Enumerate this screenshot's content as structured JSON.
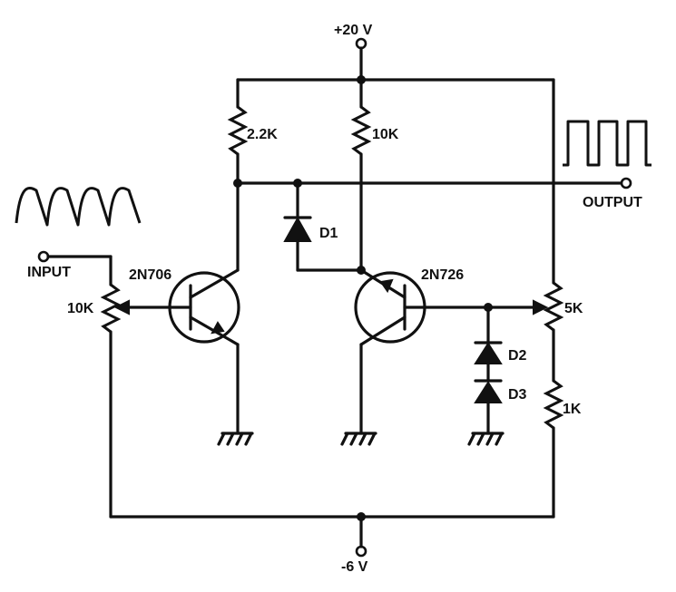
{
  "labels": {
    "supply_pos": "+20 V",
    "supply_neg": "-6 V",
    "r_collector_q1": "2.2K",
    "r_collector_q2": "10K",
    "diode_d1": "D1",
    "output": "OUTPUT",
    "input": "INPUT",
    "pot_input": "10K",
    "transistor_q1": "2N706",
    "transistor_q2": "2N726",
    "pot_5k": "5K",
    "diode_d2": "D2",
    "diode_d3": "D3",
    "r_1k": "1K"
  }
}
